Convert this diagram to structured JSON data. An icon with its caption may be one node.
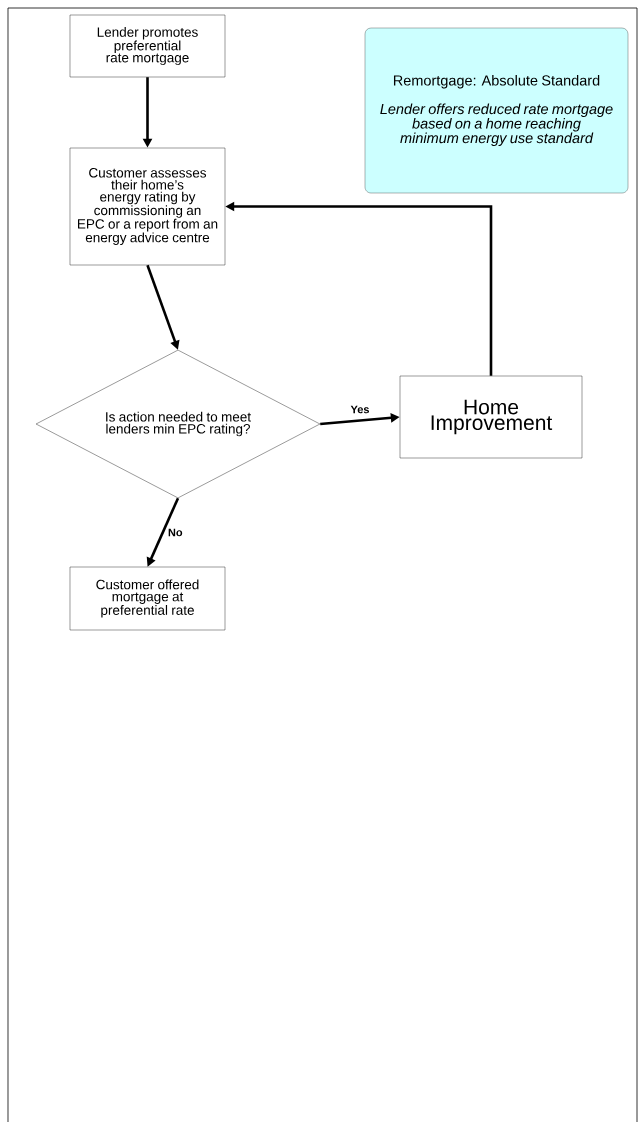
{
  "diagram": {
    "nodes": [
      {
        "text": [
          "Lender promotes preferential rate mortgage"
        ]
      },
      {
        "text": [
          "Customer assesses their home’s energy rating by commissioning an EPC or a report from an energy advice centre"
        ]
      },
      {
        "text": [
          "Is action needed to meet lenders min EPC rating?"
        ]
      },
      {
        "text": [
          "Home Improvement"
        ]
      },
      {
        "text": [
          "Customer offered mortgage at preferential rate"
        ]
      },
      {
        "text": [
          "Remortgage: Absolute Standard",
          "Lender offers reduced rate mortgage based on a home reaching minimum energy use standard"
        ]
      }
    ],
    "edges": [
      {
        "from": 0,
        "to": 1,
        "arrow": "to"
      },
      {
        "from": 1,
        "to": 2,
        "arrow": "to"
      },
      {
        "from": 2,
        "to": 3,
        "arrow": "to",
        "label": "Yes"
      },
      {
        "from": 2,
        "to": 4,
        "arrow": "to",
        "label": "No"
      },
      {
        "from": 3,
        "to": 1,
        "arrow": "to"
      }
    ]
  }
}
